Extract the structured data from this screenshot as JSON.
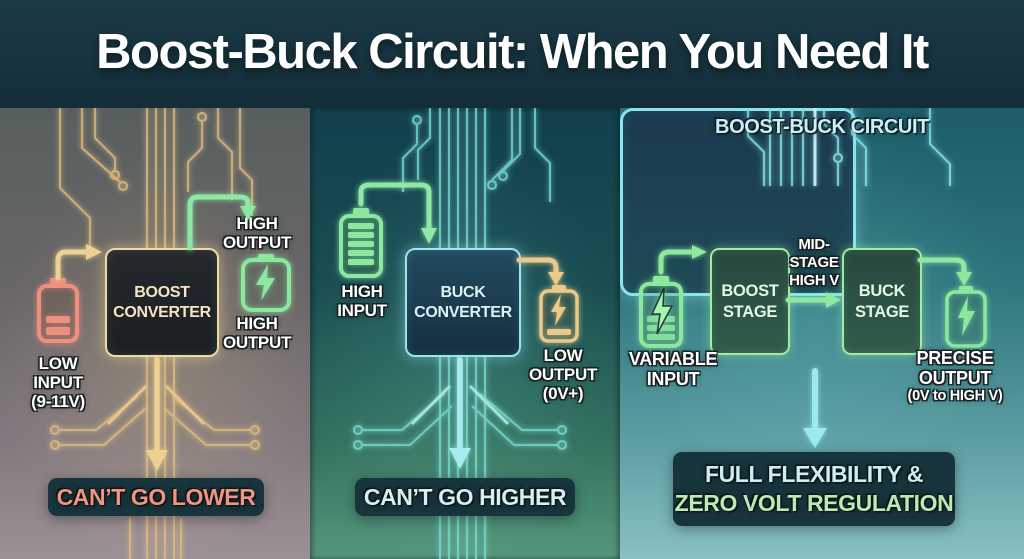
{
  "title": "Boost-Buck Circuit: When You Need It",
  "colors": {
    "header_bg": "#17333e",
    "trace_orange": "#e0ba7e",
    "trace_cyan": "#74ddc9",
    "salmon": "#ef8f7e",
    "green": "#8ce89c",
    "amber": "#ecc98a",
    "cyan": "#8fe5ec",
    "badge_bg": "#18343c"
  },
  "boost_panel": {
    "input_label": [
      "LOW",
      "INPUT",
      "(9-11V)"
    ],
    "converter_label": [
      "BOOST",
      "CONVERTER"
    ],
    "output_label_top": [
      "HIGH",
      "OUTPUT"
    ],
    "output_label_bottom": [
      "HIGH",
      "OUTPUT"
    ],
    "verdict": "CAN’T GO LOWER"
  },
  "buck_panel": {
    "input_label": [
      "HIGH",
      "INPUT"
    ],
    "converter_label": [
      "BUCK",
      "CONVERTER"
    ],
    "output_label": [
      "LOW",
      "OUTPUT",
      "(0V+)"
    ],
    "verdict": "CAN’T GO HIGHER"
  },
  "boostbuck_panel": {
    "box_title": "BOOST-BUCK CIRCUIT",
    "input_label": [
      "VARIABLE",
      "INPUT"
    ],
    "boost_stage_label": [
      "BOOST",
      "STAGE"
    ],
    "mid_label": [
      "MID-",
      "STAGE",
      "HIGH V"
    ],
    "buck_stage_label": [
      "BUCK",
      "STAGE"
    ],
    "output_label": [
      "PRECISE",
      "OUTPUT",
      "(0V to HIGH V)"
    ],
    "verdict": [
      "FULL FLEXIBILITY &",
      "ZERO VOLT REGULATION"
    ]
  }
}
